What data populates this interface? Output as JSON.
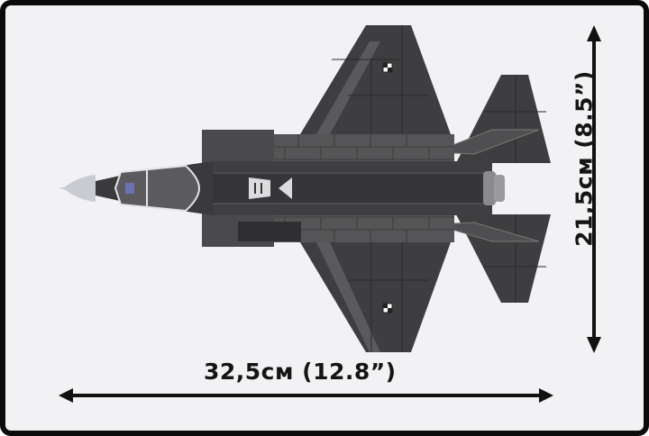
{
  "product": {
    "subject": "jet fighter brick model, top view",
    "colors": {
      "background": "#f2f1f3",
      "frame": "#0b0b0b",
      "hull_dark": "#3d3d3f",
      "hull_mid": "#4c4c4e",
      "hull_light": "#6a6a6c",
      "canopy": "#d8d8da",
      "arrow": "#111111"
    }
  },
  "dimensions": {
    "length_label": "32,5см (12.8”)",
    "width_label": "21,5см (8.5”)"
  },
  "icons": {
    "horizontal_arrow": "double-headed-arrow-horizontal",
    "vertical_arrow": "double-headed-arrow-vertical",
    "insignia": "checkered-roundel"
  }
}
